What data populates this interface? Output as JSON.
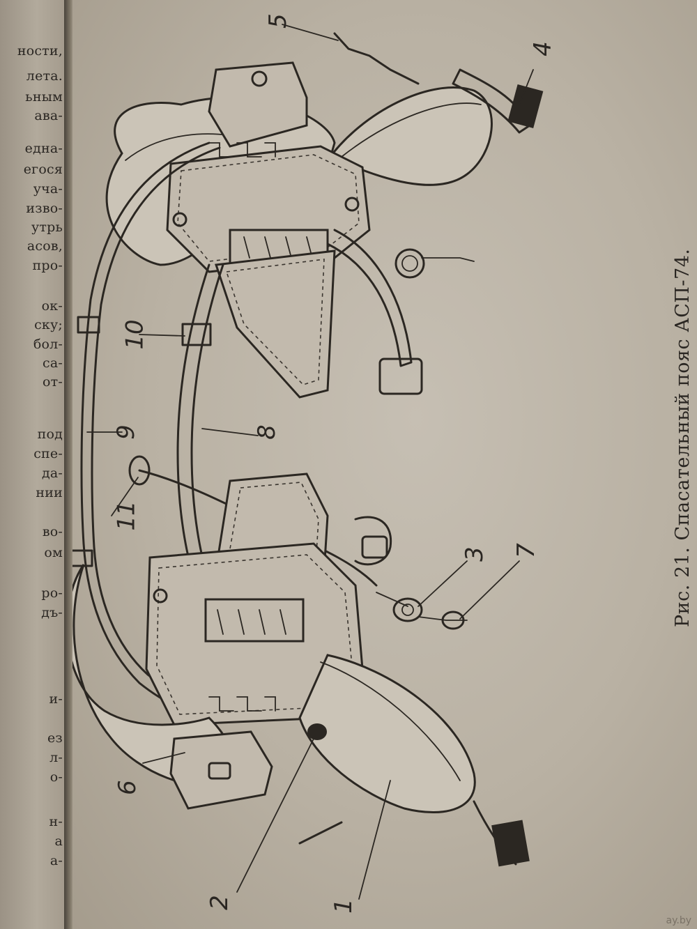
{
  "left_page_fragments": [
    "ности,",
    "лета.",
    "ьным",
    "ава-",
    "една-",
    "егося",
    "учa-",
    "изво-",
    "утрь",
    "асов,",
    "про-",
    "ок-",
    "ску;",
    "бол-",
    "са-",
    "от-",
    "под",
    "спе-",
    "да-",
    "нии",
    "во-",
    "ом",
    "ро-",
    "дъ-",
    "и-",
    "ез",
    "л-",
    "о-",
    "н-",
    "а",
    "а-"
  ],
  "callouts": [
    "1",
    "2",
    "3",
    "4",
    "5",
    "6",
    "7",
    "8",
    "9",
    "10",
    "11"
  ],
  "caption": "Рис. 21. Спасательный пояс АСП-74.",
  "watermark": "ay.by"
}
